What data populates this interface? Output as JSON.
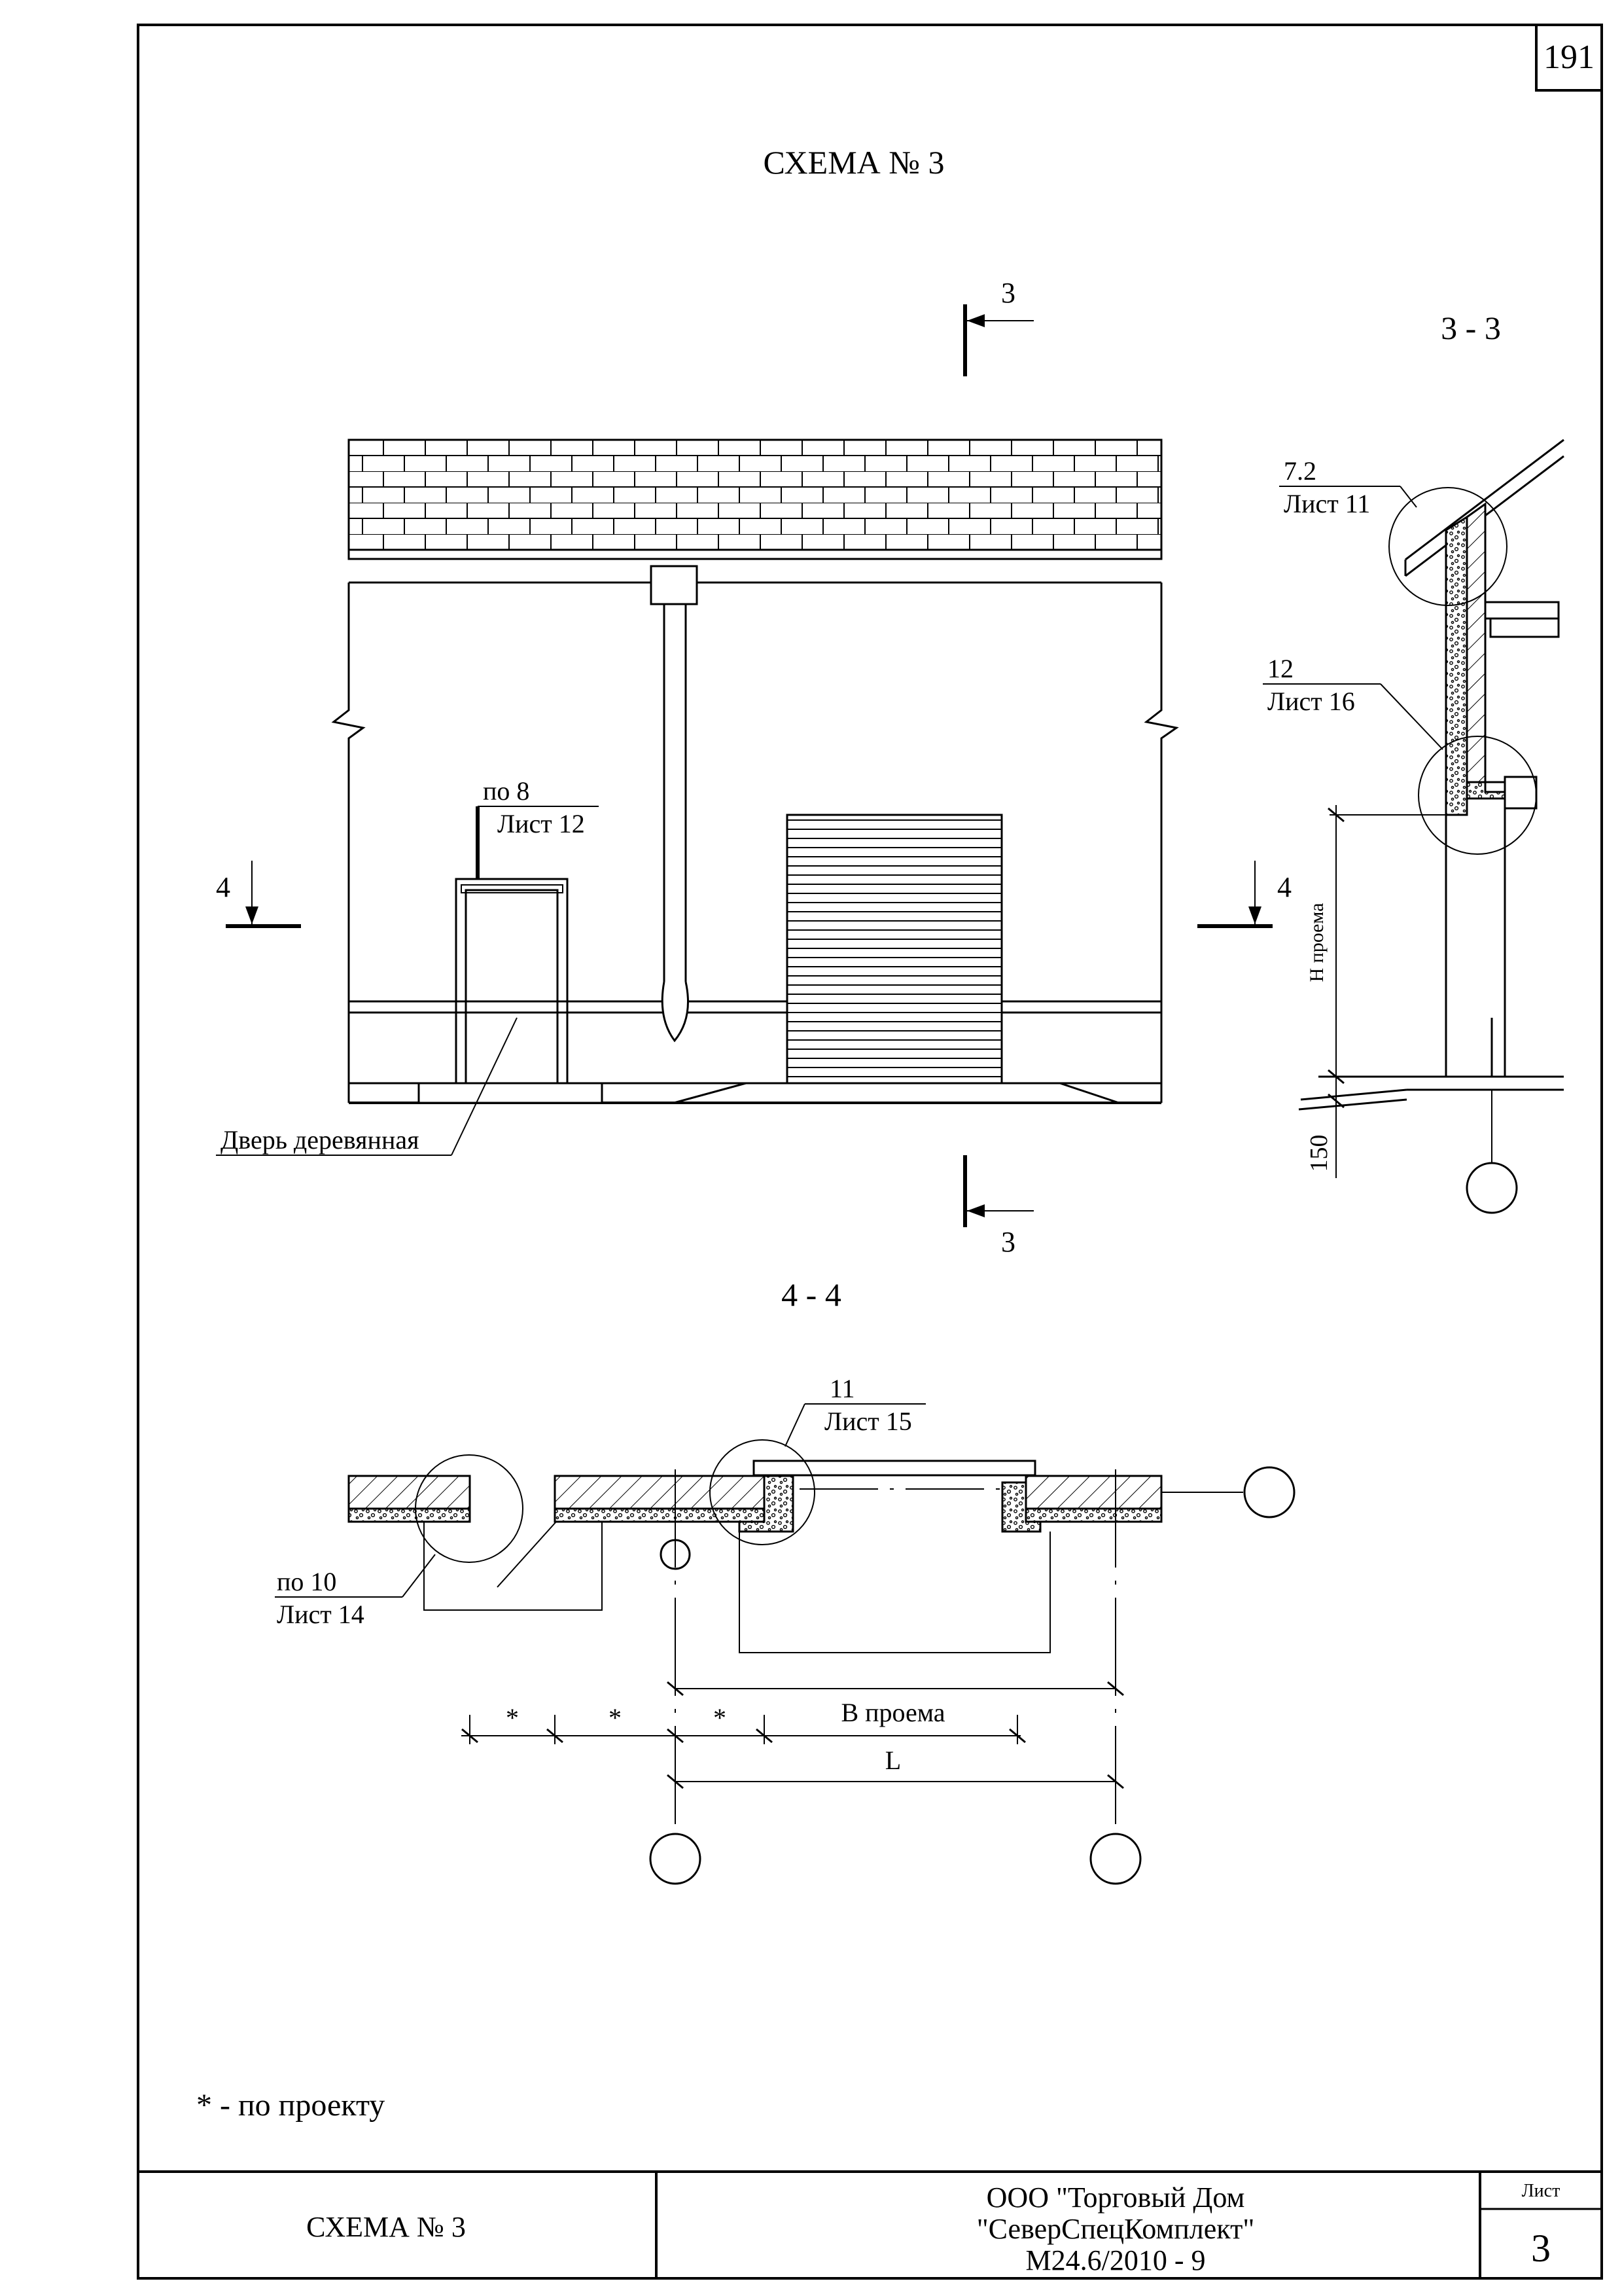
{
  "page_number": "191",
  "title": "СХЕМА № 3",
  "elevation": {
    "section_mark_top": "3",
    "section_mark_bottom": "3",
    "section_mark_left": "4",
    "section_mark_right": "4",
    "callout_door_num": "по 8",
    "callout_door_sheet": "Лист 12",
    "door_label": "Дверь деревянная"
  },
  "section_3_3": {
    "title": "3 - 3",
    "callout_top_num": "7.2",
    "callout_top_sheet": "Лист 11",
    "callout_mid_num": "12",
    "callout_mid_sheet": "Лист 16",
    "dim_height": "Н проема",
    "dim_150": "150"
  },
  "section_4_4": {
    "title": "4 - 4",
    "callout_right_num": "11",
    "callout_right_sheet": "Лист 15",
    "callout_left_num": "по 10",
    "callout_left_sheet": "Лист 14",
    "dim_star": "*",
    "dim_opening": "В проема",
    "dim_L": "L"
  },
  "footnote": "* - по проекту",
  "stamp": {
    "left": "СХЕМА № 3",
    "company_line1": "ООО \"Торговый Дом",
    "company_line2": "\"СеверСпецКомплект\"",
    "code": "М24.6/2010 - 9",
    "sheet_label": "Лист",
    "sheet_number": "3"
  }
}
